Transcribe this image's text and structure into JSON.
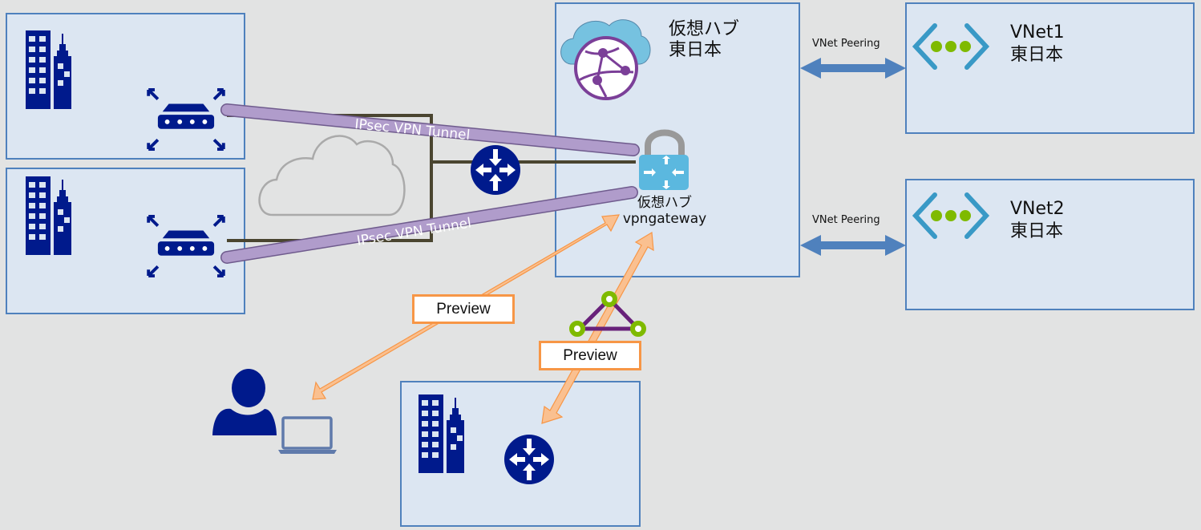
{
  "hub": {
    "title": "仮想ハブ\n東日本",
    "gateway_label": "仮想ハブ\nvpngateway"
  },
  "vnets": [
    {
      "name": "VNet1",
      "region": "東日本",
      "peering_label": "VNet Peering"
    },
    {
      "name": "VNet2",
      "region": "東日本",
      "peering_label": "VNet Peering"
    }
  ],
  "tunnels": [
    {
      "label": "IPsec VPN Tunnel"
    },
    {
      "label": "IPsec VPN Tunnel"
    }
  ],
  "preview_badges": [
    {
      "label": "Preview"
    },
    {
      "label": "Preview"
    }
  ],
  "icons": {
    "branch_site": "building-icon",
    "vpn_device": "vpn-device-icon",
    "router": "router-icon",
    "internet": "cloud-icon",
    "virtual_hub": "virtual-hub-icon",
    "vpn_gateway": "vpn-gateway-icon",
    "vnet": "vnet-icon",
    "user": "user-icon",
    "laptop": "laptop-icon",
    "expressroute": "expressroute-icon"
  },
  "colors": {
    "box_fill": "#dce6f2",
    "box_border": "#4f81bd",
    "navy": "#001a8c",
    "tunnel": "#b09ccb",
    "preview_arrow": "#fac090",
    "preview_border": "#f79646",
    "peering_arrow": "#4f81bd"
  }
}
